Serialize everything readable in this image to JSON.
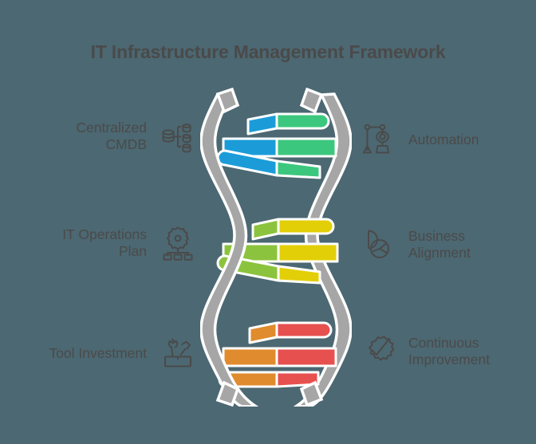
{
  "page": {
    "title": "IT Infrastructure Management Framework",
    "background_color": "#4c6872",
    "text_color": "#4a4a4a"
  },
  "graphic": {
    "type": "dna-double-helix",
    "strand_color": "#a6a6a6",
    "strand_outline_color": "#ffffff",
    "segments": [
      {
        "name": "top",
        "left_color": "#1b9cd9",
        "right_color": "#3cc77e",
        "rungs": 3
      },
      {
        "name": "middle",
        "left_color": "#8cc33e",
        "right_color": "#e3cf08",
        "rungs": 3
      },
      {
        "name": "bottom",
        "left_color": "#e08b2d",
        "right_color": "#e6504f",
        "rungs": 3
      }
    ]
  },
  "left_items": [
    {
      "label": "Centralized\nCMDB",
      "icon": "cmdb-database-hierarchy-icon"
    },
    {
      "label": "IT Operations\nPlan",
      "icon": "gear-org-chart-icon"
    },
    {
      "label": "Tool Investment",
      "icon": "toolbox-wrench-hammer-icon"
    }
  ],
  "right_items": [
    {
      "label": "Automation",
      "icon": "robot-arm-icon"
    },
    {
      "label": "Business\nAlignment",
      "icon": "pie-chart-icon"
    },
    {
      "label": "Continuous\nImprovement",
      "icon": "gear-checkmark-icon"
    }
  ]
}
